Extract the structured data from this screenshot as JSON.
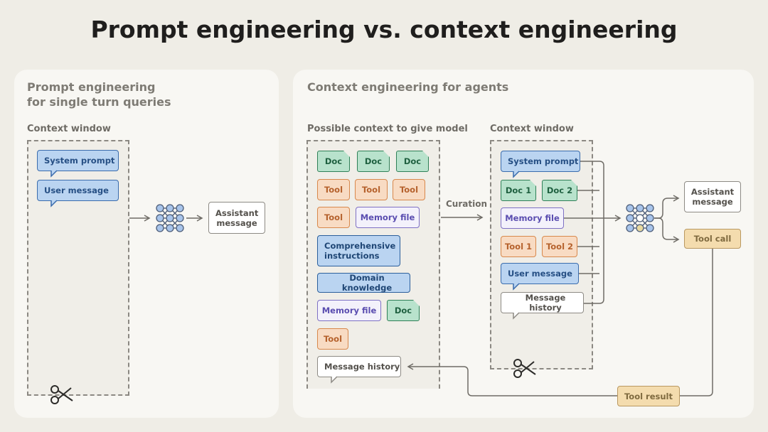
{
  "title": "Prompt engineering vs. context engineering",
  "left_panel": {
    "title_line1": "Prompt engineering",
    "title_line2": "for single turn queries",
    "context_label": "Context window",
    "system_prompt": "System prompt",
    "user_message": "User message",
    "assistant_message": "Assistant message"
  },
  "right_panel": {
    "title": "Context engineering for agents",
    "possible_label": "Possible context to give model",
    "context_label": "Context window",
    "curation_label": "Curation",
    "possible_items": {
      "doc_a": "Doc",
      "doc_b": "Doc",
      "doc_c": "Doc",
      "tool_a": "Tool",
      "tool_b": "Tool",
      "tool_c": "Tool",
      "tool_d": "Tool",
      "memory_a": "Memory file",
      "instructions": "Comprehensive instructions",
      "domain": "Domain knowledge",
      "memory_b": "Memory file",
      "doc_d": "Doc",
      "tool_e": "Tool",
      "history": "Message history"
    },
    "window_items": {
      "system_prompt": "System prompt",
      "doc1": "Doc 1",
      "doc2": "Doc 2",
      "memory": "Memory file",
      "tool1": "Tool 1",
      "tool2": "Tool 2",
      "user_message": "User message",
      "history": "Message history"
    },
    "assistant_message": "Assistant message",
    "tool_call": "Tool call",
    "tool_result": "Tool result"
  },
  "colors": {
    "background": "#efede6",
    "panel": "#f8f7f3",
    "blue": "#bad4f1",
    "green": "#b8e2cc",
    "orange": "#f8dbc3",
    "purple": "#f3f1fb",
    "sand": "#f4dcae",
    "node_yellow": "#e8d9a0"
  },
  "icons": [
    "scissors-icon",
    "neural-network-icon"
  ]
}
